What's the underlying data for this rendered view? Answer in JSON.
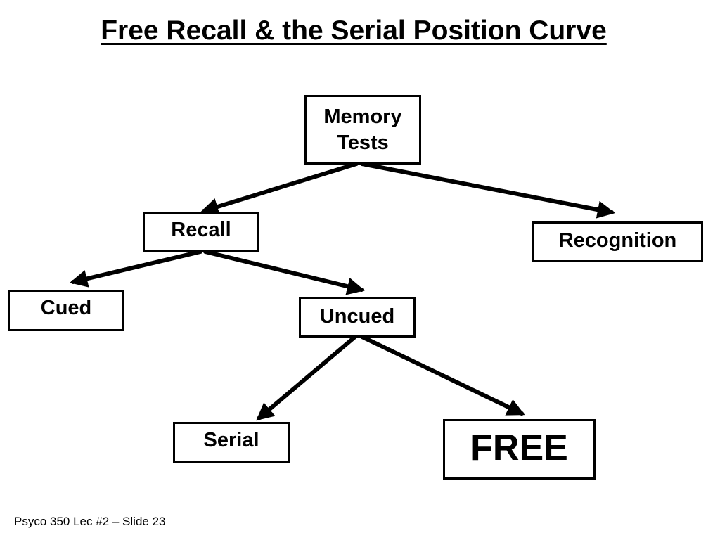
{
  "slide": {
    "title": "Free Recall & the Serial Position Curve",
    "footer": "Psyco 350 Lec #2 – Slide 23"
  },
  "diagram": {
    "type": "tree",
    "nodes": {
      "memory_tests": {
        "lines": [
          "Memory",
          "Tests"
        ]
      },
      "recall": {
        "label": "Recall"
      },
      "recognition": {
        "label": "Recognition"
      },
      "cued": {
        "label": "Cued"
      },
      "uncued": {
        "label": "Uncued"
      },
      "serial": {
        "label": "Serial"
      },
      "free": {
        "label": "FREE"
      }
    },
    "edges": [
      {
        "from": "memory_tests",
        "to": "recall"
      },
      {
        "from": "memory_tests",
        "to": "recognition"
      },
      {
        "from": "recall",
        "to": "cued"
      },
      {
        "from": "recall",
        "to": "uncued"
      },
      {
        "from": "uncued",
        "to": "serial"
      },
      {
        "from": "uncued",
        "to": "free"
      }
    ],
    "colors": {
      "line": "#000000",
      "background": "#ffffff"
    }
  }
}
